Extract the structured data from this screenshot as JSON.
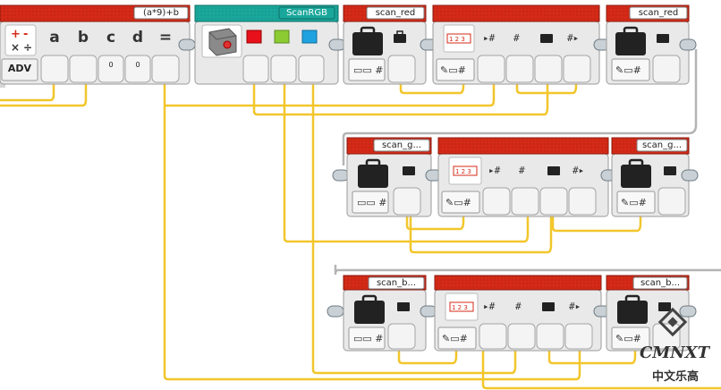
{
  "math_block": {
    "expression": "(a*9)+b",
    "mode_button": "ADV",
    "inputs": [
      "a",
      "b",
      "c",
      "d"
    ],
    "equals": "=",
    "values": {
      "c": "0",
      "d": "0"
    }
  },
  "sensor_block": {
    "title": "ScanRGB"
  },
  "row1": {
    "var_read": "scan_red",
    "var_write": "scan_red"
  },
  "row2": {
    "var_read": "scan_g...",
    "var_write": "scan_g..."
  },
  "row3": {
    "var_read": "scan_b...",
    "var_write": "scan_b..."
  },
  "array_block": {
    "index_label": "1 2 3",
    "hash": "#"
  },
  "watermark": {
    "brand": "CMNXT",
    "subtitle": "中文乐高"
  },
  "colors": {
    "header_red": "#d42a17",
    "sensor_teal": "#1aa79b",
    "wire_yellow": "#f2c62b",
    "wire_gray": "#b8b8b8",
    "block_gray": "#e8e8e8"
  }
}
